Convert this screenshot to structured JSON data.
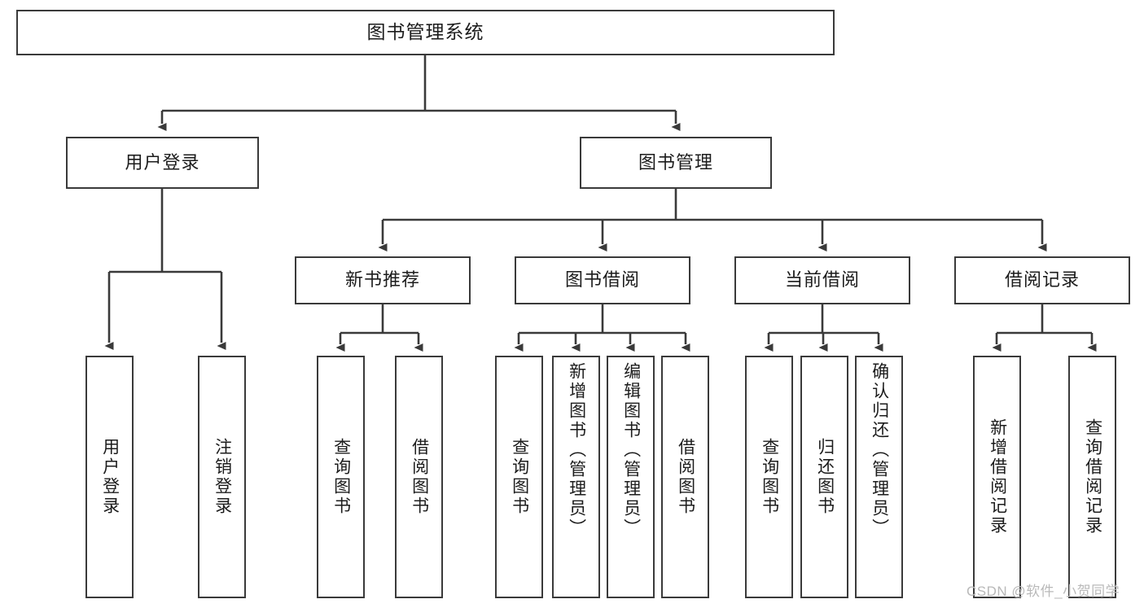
{
  "diagram": {
    "title": "图书管理系统",
    "type": "hierarchy-tree",
    "style": {
      "box_border_color": "#3a3a3a",
      "box_fill": "#ffffff",
      "line_color": "#3a3a3a",
      "text_color": "#1c1c1c",
      "watermark_color": "#b9b9b9"
    },
    "levels": {
      "root": {
        "label": "图书管理系统"
      },
      "level2": [
        {
          "label": "用户登录"
        },
        {
          "label": "图书管理"
        }
      ],
      "level3": [
        {
          "label": "新书推荐"
        },
        {
          "label": "图书借阅"
        },
        {
          "label": "当前借阅"
        },
        {
          "label": "借阅记录"
        }
      ],
      "leaves": [
        {
          "label": "用户登录",
          "parent": "用户登录"
        },
        {
          "label": "注销登录",
          "parent": "用户登录"
        },
        {
          "label": "查询图书",
          "parent": "新书推荐"
        },
        {
          "label": "借阅图书",
          "parent": "新书推荐"
        },
        {
          "label": "查询图书",
          "parent": "图书借阅"
        },
        {
          "label": "新增图书（管理员）",
          "parent": "图书借阅"
        },
        {
          "label": "编辑图书（管理员）",
          "parent": "图书借阅"
        },
        {
          "label": "借阅图书",
          "parent": "图书借阅"
        },
        {
          "label": "查询图书",
          "parent": "当前借阅"
        },
        {
          "label": "归还图书",
          "parent": "当前借阅"
        },
        {
          "label": "确认归还（管理员）",
          "parent": "当前借阅"
        },
        {
          "label": "新增借阅记录",
          "parent": "借阅记录"
        },
        {
          "label": "查询借阅记录",
          "parent": "借阅记录"
        }
      ]
    },
    "watermark": "CSDN @软件_小贺同学"
  }
}
